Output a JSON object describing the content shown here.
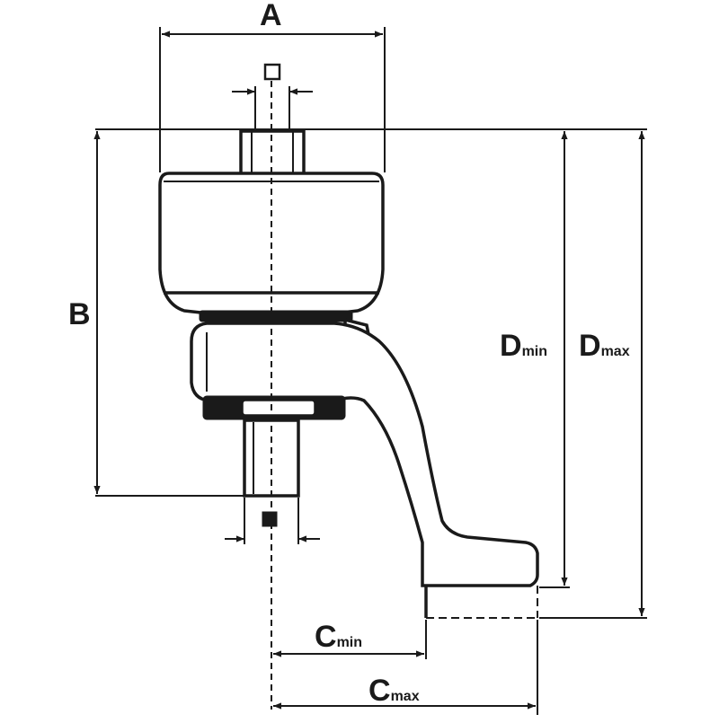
{
  "dimensions": {
    "A": "A",
    "B": "B",
    "D_min": {
      "main": "D",
      "sub": "min"
    },
    "D_max": {
      "main": "D",
      "sub": "max"
    },
    "C_min": {
      "main": "C",
      "sub": "min"
    },
    "C_max": {
      "main": "C",
      "sub": "max"
    }
  },
  "colors": {
    "line": "#1a1a1a",
    "background": "#ffffff"
  },
  "symbols": {
    "input_square": "open-square-icon",
    "output_square": "filled-square-icon"
  }
}
